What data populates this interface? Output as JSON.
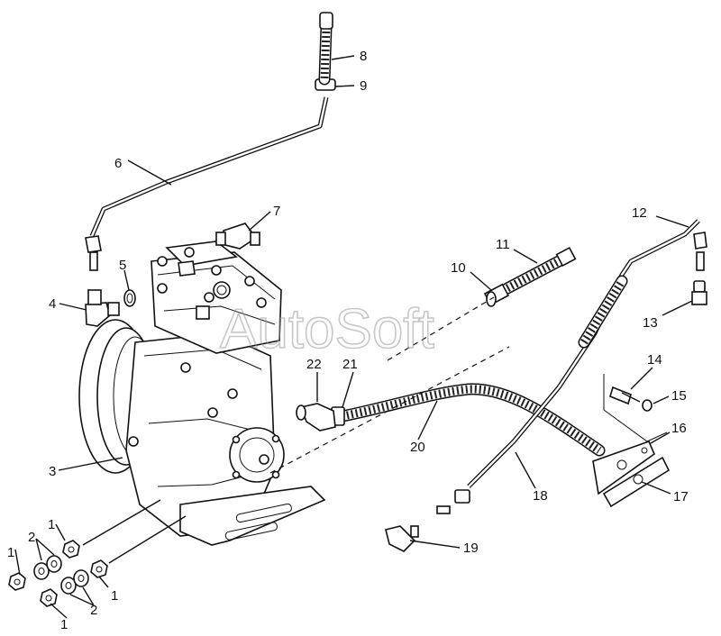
{
  "watermark": "AutoSoft",
  "callouts": [
    {
      "id": "c1a",
      "text": "1"
    },
    {
      "id": "c1b",
      "text": "1"
    },
    {
      "id": "c1c",
      "text": "1"
    },
    {
      "id": "c1d",
      "text": "1"
    },
    {
      "id": "c2a",
      "text": "2"
    },
    {
      "id": "c2b",
      "text": "2"
    },
    {
      "id": "c3",
      "text": "3"
    },
    {
      "id": "c4",
      "text": "4"
    },
    {
      "id": "c5",
      "text": "5"
    },
    {
      "id": "c6",
      "text": "6"
    },
    {
      "id": "c7",
      "text": "7"
    },
    {
      "id": "c8",
      "text": "8"
    },
    {
      "id": "c9",
      "text": "9"
    },
    {
      "id": "c10",
      "text": "10"
    },
    {
      "id": "c11",
      "text": "11"
    },
    {
      "id": "c12",
      "text": "12"
    },
    {
      "id": "c13",
      "text": "13"
    },
    {
      "id": "c14",
      "text": "14"
    },
    {
      "id": "c15",
      "text": "15"
    },
    {
      "id": "c16",
      "text": "16"
    },
    {
      "id": "c17",
      "text": "17"
    },
    {
      "id": "c18",
      "text": "18"
    },
    {
      "id": "c19",
      "text": "19"
    },
    {
      "id": "c20",
      "text": "20"
    },
    {
      "id": "c21",
      "text": "21"
    },
    {
      "id": "c22",
      "text": "22"
    }
  ]
}
